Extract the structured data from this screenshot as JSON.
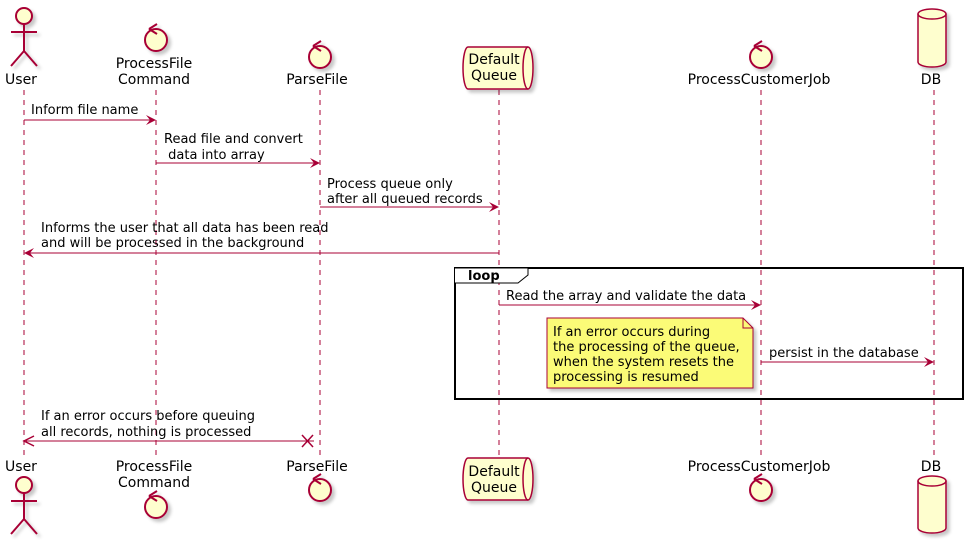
{
  "diagram": {
    "participants": [
      {
        "id": "user",
        "kind": "actor",
        "lines": [
          "User"
        ]
      },
      {
        "id": "processfile",
        "kind": "control",
        "lines": [
          "ProcessFile",
          "Command"
        ]
      },
      {
        "id": "parsefile",
        "kind": "control",
        "lines": [
          "ParseFile"
        ]
      },
      {
        "id": "queue",
        "kind": "queue",
        "lines": [
          "Default",
          "Queue"
        ]
      },
      {
        "id": "customerjob",
        "kind": "control",
        "lines": [
          "ProcessCustomerJob"
        ]
      },
      {
        "id": "db",
        "kind": "database",
        "lines": [
          "DB"
        ]
      }
    ],
    "messages": [
      {
        "from": "user",
        "to": "processfile",
        "lines": [
          "Inform file name"
        ]
      },
      {
        "from": "processfile",
        "to": "parsefile",
        "lines": [
          "Read file and convert",
          " data into array"
        ]
      },
      {
        "from": "parsefile",
        "to": "queue",
        "lines": [
          "Process queue only",
          "after all queued records"
        ]
      },
      {
        "from": "queue",
        "to": "user",
        "lines": [
          "Informs the user that all data has been read",
          "and will be processed in the background"
        ]
      },
      {
        "from": "queue",
        "to": "customerjob",
        "lines": [
          "Read the array and validate the data"
        ]
      },
      {
        "from": "customerjob",
        "to": "db",
        "lines": [
          "persist in the database"
        ]
      },
      {
        "from": "parsefile",
        "to": "user",
        "lines": [
          "If an error occurs before queuing",
          "all records, nothing is processed"
        ]
      }
    ],
    "loop": {
      "label": "loop"
    },
    "note": {
      "lines": [
        "If an error occurs during",
        "the processing of the queue,",
        "when the system resets the",
        "processing is resumed"
      ]
    },
    "colors": {
      "accent": "#A80036",
      "participant_fill": "#FEFECE",
      "note_fill": "#FBFB77"
    }
  }
}
